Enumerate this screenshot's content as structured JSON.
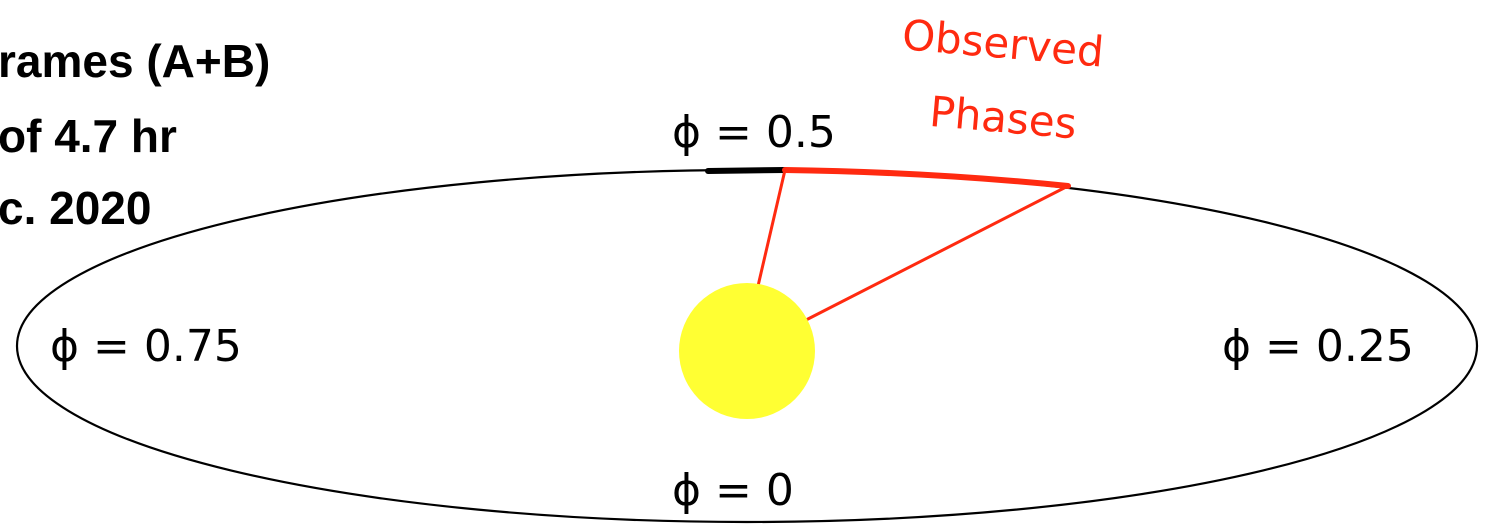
{
  "slide_text": {
    "line1": "rames (A+B)",
    "line2": "of 4.7 hr",
    "line3": "c. 2020"
  },
  "orbit": {
    "phase_symbol": "ϕ",
    "labels": {
      "top": "ϕ = 0.5",
      "left": "ϕ = 0.75",
      "right": "ϕ = 0.25",
      "bottom": "ϕ = 0"
    }
  },
  "annotation": {
    "line1": "Observed",
    "line2": "Phases"
  },
  "colors": {
    "orbit": "#000000",
    "star": "#ffff33",
    "highlight": "#ff2a10",
    "text": "#000000"
  }
}
